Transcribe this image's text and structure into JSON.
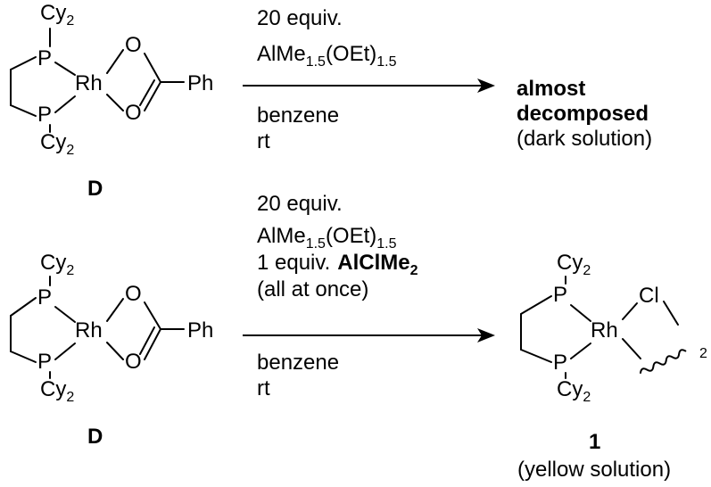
{
  "reaction_top": {
    "reagent_line1": "20 equiv.",
    "reagent_formula": {
      "base": "AlMe",
      "sub1": "1.5",
      "mid": "(OEt)",
      "sub2": "1.5"
    },
    "solvent": "benzene",
    "temperature": "rt",
    "product_line1": "almost",
    "product_line2": "decomposed",
    "product_note": "(dark solution)",
    "start_label": "D"
  },
  "reaction_bottom": {
    "reagent_line1": "20 equiv.",
    "reagent_formula": {
      "base": "AlMe",
      "sub1": "1.5",
      "mid": "(OEt)",
      "sub2": "1.5"
    },
    "additive_prefix": "1 equiv.",
    "additive_formula": {
      "base": "AlClMe",
      "sub": "2"
    },
    "addition_note": "(all at once)",
    "solvent": "benzene",
    "temperature": "rt",
    "start_label": "D",
    "product_label": "1",
    "product_note": "(yellow solution)"
  },
  "complex_D": {
    "cy_top": "Cy",
    "cy_top_sub": "2",
    "p_top": "P",
    "rh": "Rh",
    "o_top": "O",
    "o_bottom": "O",
    "ph": "Ph",
    "p_bottom": "P",
    "cy_bottom": "Cy",
    "cy_bottom_sub": "2"
  },
  "complex_1": {
    "cy_top": "Cy",
    "cy_top_sub": "2",
    "p_top": "P",
    "rh": "Rh",
    "cl": "Cl",
    "p_bottom": "P",
    "cy_bottom": "Cy",
    "cy_bottom_sub": "2",
    "dimer_sub": "2"
  }
}
